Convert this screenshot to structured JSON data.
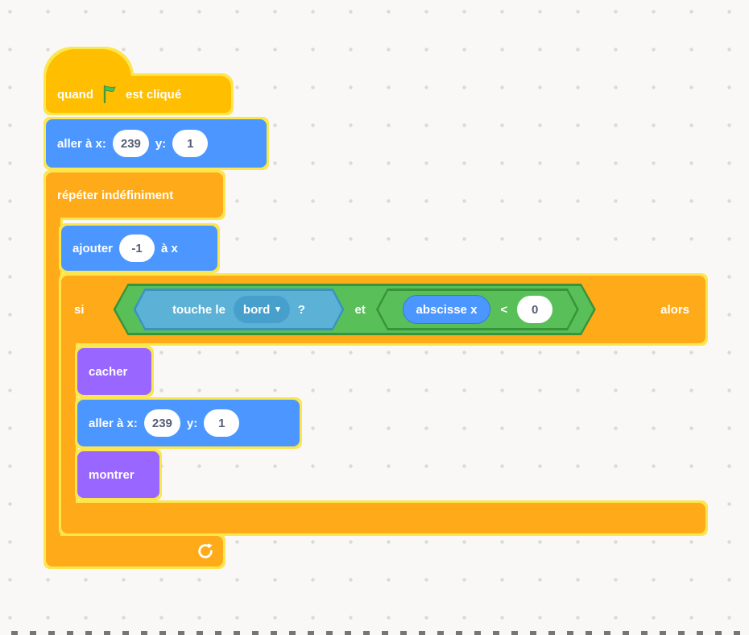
{
  "canvas": {
    "background": "#f9f8f6",
    "dot_color": "#dcdad6"
  },
  "colors": {
    "events": "#FFBF00",
    "control": "#FFAB19",
    "motion": "#4C97FF",
    "looks": "#9966FF",
    "sensing": "#5CB1D6",
    "sensing_border": "#3B93BE",
    "operators": "#59C059",
    "operators_border": "#389438",
    "glow": "#FBE64E",
    "input_text": "#575E75"
  },
  "icons": {
    "dropdown_caret_glyph": "▾"
  },
  "script": {
    "when_flag": {
      "label_before": "quand",
      "label_after": "est cliqué"
    },
    "goto_top": {
      "label_go": "aller à x:",
      "x_value": "239",
      "label_y": "y:",
      "y_value": "1"
    },
    "repeat_forever": {
      "label": "répéter indéfiniment"
    },
    "change_x": {
      "label_before": "ajouter",
      "value": "-1",
      "label_after": "à x"
    },
    "if_then": {
      "label_if": "si",
      "label_then": "alors"
    },
    "and_op": {
      "label": "et"
    },
    "touching": {
      "label": "touche le",
      "menu_value": "bord",
      "label_suffix": "?"
    },
    "less_than": {
      "reporter": "abscisse x",
      "operator": "<",
      "value": "0"
    },
    "hide": {
      "label": "cacher"
    },
    "goto_inner": {
      "label_go": "aller à x:",
      "x_value": "239",
      "label_y": "y:",
      "y_value": "1"
    },
    "show": {
      "label": "montrer"
    }
  }
}
